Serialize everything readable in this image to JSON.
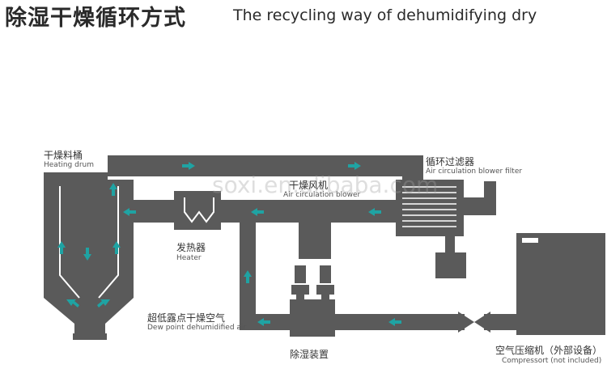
{
  "title": {
    "chinese": "除湿干燥循环方式",
    "english": "The recycling way of dehumidifying dry"
  },
  "watermark": "soxi.en.alibaba.com",
  "labels": {
    "drum_cn": "干燥料桶",
    "drum_en": "Heating drum",
    "heater_cn": "发热器",
    "heater_en": "Heater",
    "blower_cn": "干燥风机",
    "blower_en": "Air circulation blower",
    "filter_cn": "循环过滤器",
    "filter_en": "Air circulation blower filter",
    "dew_cn": "超低露点干燥空气",
    "dew_en": "Dew point dehumidified air",
    "dehum_cn": "除湿装置",
    "comp_cn": "空气压缩机（外部设备）",
    "comp_en": "Compressort (not included)"
  },
  "colors": {
    "equipment": "#5a5a5a",
    "arrow": "#1fa3a3",
    "background": "#ffffff"
  }
}
